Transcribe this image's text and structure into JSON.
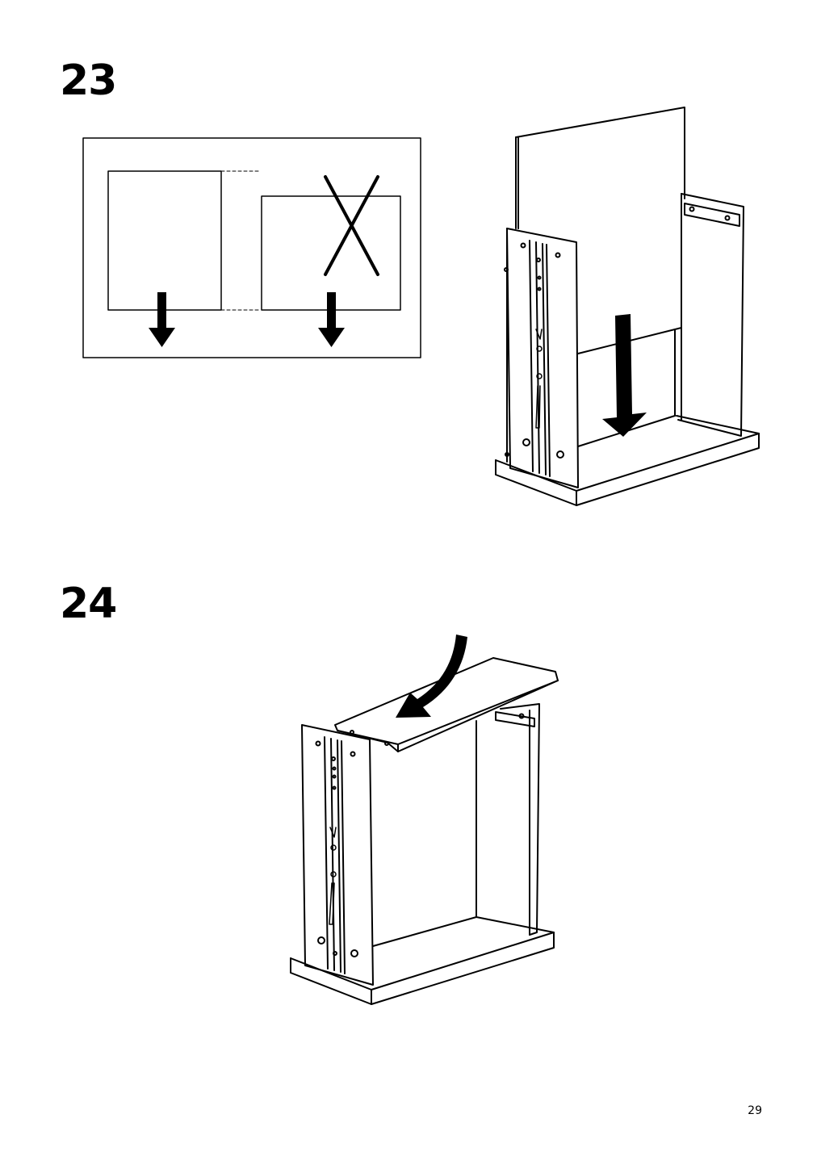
{
  "steps": [
    {
      "number": "23"
    },
    {
      "number": "24"
    }
  ],
  "page": {
    "number": "29"
  },
  "icons": [
    "arrow-down-icon",
    "cross-out-icon",
    "curved-arrow-icon"
  ]
}
